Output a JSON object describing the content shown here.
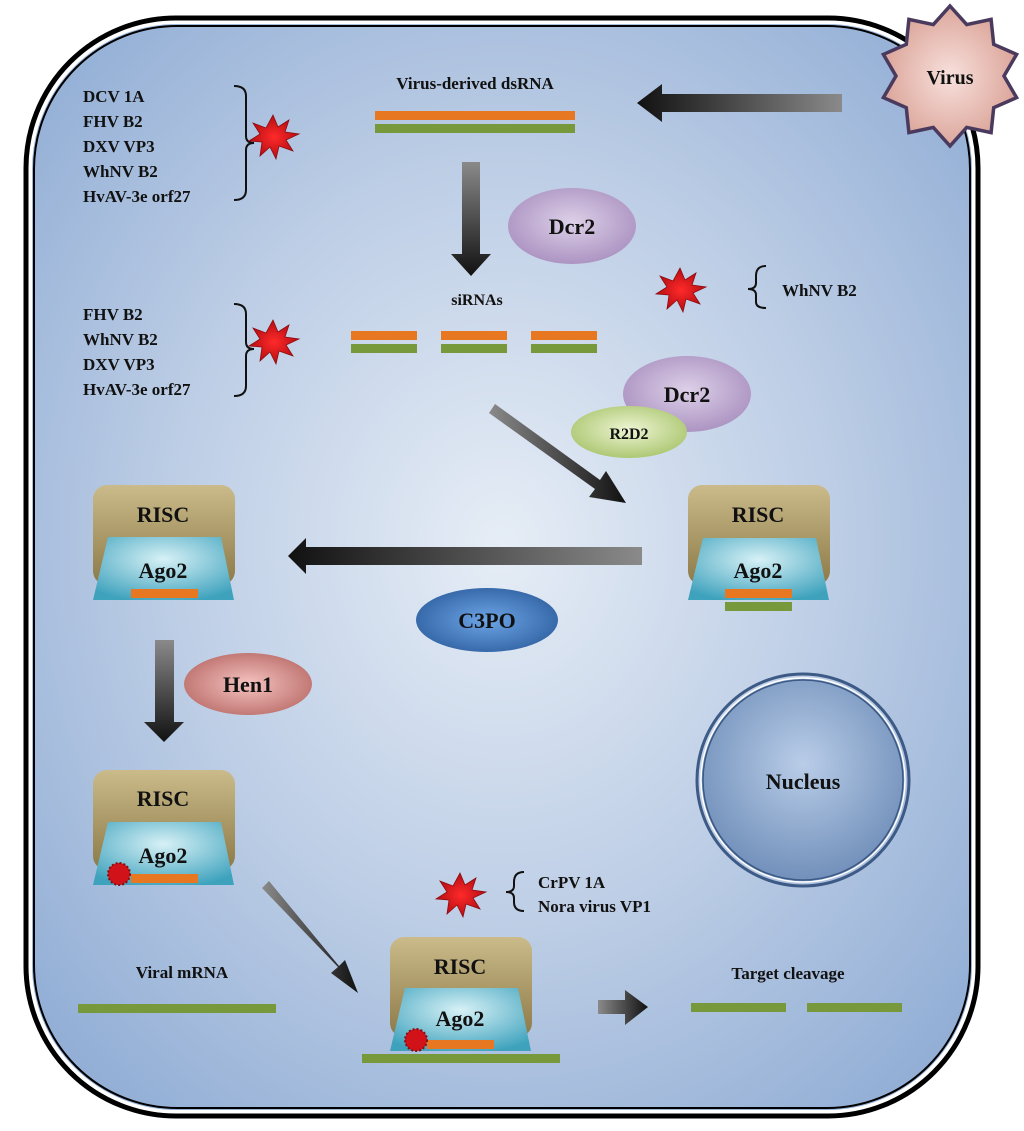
{
  "virus": {
    "label": "Virus"
  },
  "dsrna": {
    "label": "Virus-derived dsRNA"
  },
  "sirnas": {
    "label": "siRNAs"
  },
  "dcr2": {
    "label": "Dcr2"
  },
  "dcr2_complex": {
    "label": "Dcr2"
  },
  "r2d2": {
    "label": "R2D2"
  },
  "c3po": {
    "label": "C3PO"
  },
  "hen1": {
    "label": "Hen1"
  },
  "nucleus": {
    "label": "Nucleus"
  },
  "risc": {
    "label": "RISC",
    "ago_label": "Ago2"
  },
  "viral_mrna": {
    "label": "Viral mRNA"
  },
  "target_cleavage": {
    "label": "Target cleavage"
  },
  "suppressors": {
    "dsrna_group": [
      "DCV 1A",
      "FHV B2",
      "DXV VP3",
      "WhNV B2",
      "HvAV-3e orf27"
    ],
    "sirna_group": [
      "FHV B2",
      "WhNV B2",
      "DXV VP3",
      "HvAV-3e orf27"
    ],
    "dicer_group": [
      "WhNV B2"
    ],
    "risc_group": [
      "CrPV 1A",
      "Nora virus VP1"
    ]
  },
  "colors": {
    "guide_strand": "#e87722",
    "passenger_strand": "#77983b",
    "cell_fill": "#a9bfdf",
    "suppressor": "#e0141b"
  }
}
